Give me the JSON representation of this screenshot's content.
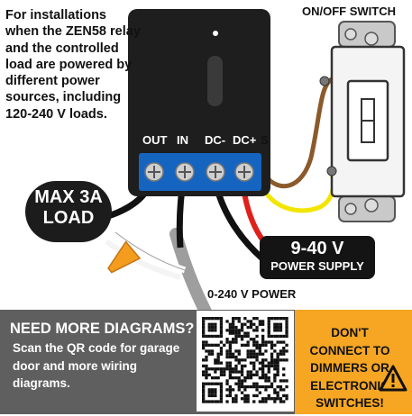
{
  "intro_text": "For installations when the ZEN58 relay and the controlled load are powered by different power sources, including 120-240 V loads.",
  "switch_title": "ON/OFF SWITCH",
  "terminals": [
    "OUT",
    "IN",
    "DC-",
    "DC+",
    "S"
  ],
  "load": {
    "line1": "MAX 3A",
    "line2": "LOAD"
  },
  "power_supply": {
    "voltage": "9-40 V",
    "label": "POWER SUPPLY"
  },
  "ac_power_label": "0-240 V POWER",
  "more_diagrams": {
    "title": "NEED MORE DIAGRAMS?",
    "body": "Scan the QR code for garage door and more wiring diagrams."
  },
  "warning_text": "DON'T CONNECT TO DIMMERS OR ELECTRONIC SWITCHES!",
  "colors": {
    "relay": "#1e1e1e",
    "terminal_block": "#1565c0",
    "wire_brown": "#8b5a2b",
    "wire_yellow": "#f2e600",
    "wire_red": "#e0201a",
    "wire_black": "#111111",
    "wire_grey": "#9e9e9e",
    "wire_white": "#eeeeee",
    "wire_nut": "#f39c1e",
    "bottom_panel": "#5f5f5f",
    "warning_panel": "#f6a623"
  }
}
